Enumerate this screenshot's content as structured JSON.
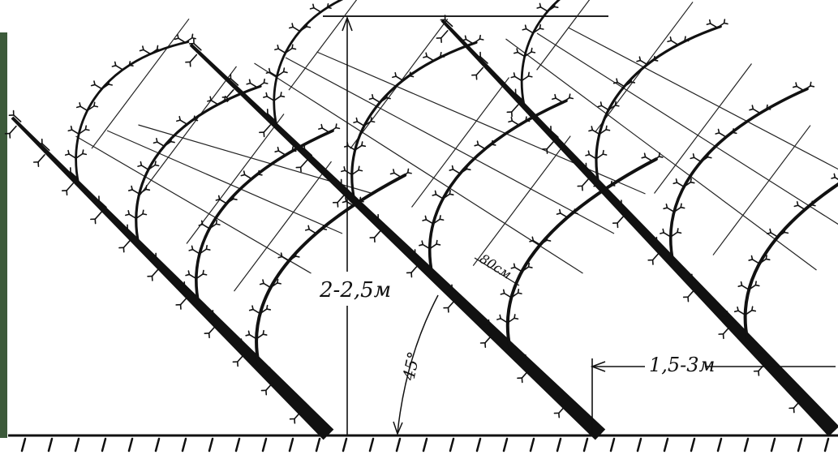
{
  "diagram": {
    "labels": {
      "height": "2-2,5м",
      "angle": "45°",
      "branch_spacing": "80см",
      "row_spacing": "1,5-3м"
    },
    "colors": {
      "ink": "#111111",
      "paper": "#ffffff",
      "edge_foliage": "#3c5a3a"
    }
  }
}
